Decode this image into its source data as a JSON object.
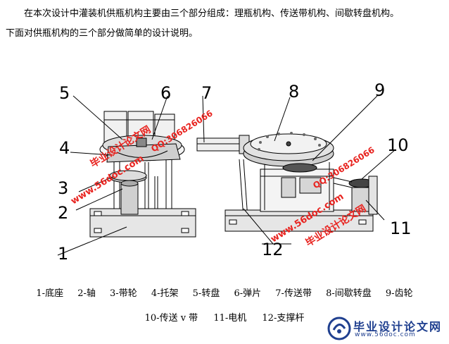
{
  "paragraphs": [
    "在本次设计中灌装机供瓶机构主要由三个部分组成：理瓶机构、传送带机构、间歇转盘机构。",
    "下面对供瓶机构的三个部分做简单的设计说明。"
  ],
  "figure": {
    "callouts": [
      "1",
      "2",
      "3",
      "4",
      "5",
      "6",
      "7",
      "8",
      "9",
      "10",
      "11",
      "12"
    ],
    "watermark_texts": [
      "毕业设计论文网",
      "www.56doc.com",
      "QQ:306826066"
    ],
    "colors": {
      "watermark_red": "#e8231f",
      "line": "#000000",
      "logo_blue": "#1f3f8f"
    }
  },
  "caption": {
    "row1": [
      "1-底座",
      "2-轴",
      "3-带轮",
      "4-托架",
      "5-转盘",
      "6-弹片",
      "7-传送带",
      "8-间歇转盘",
      "9-齿轮"
    ],
    "row2": [
      "10-传送 v 带",
      "11-电机",
      "12-支撑杆"
    ]
  },
  "logo": {
    "text": "毕业设计论文网",
    "url": "www.56doc.com"
  }
}
